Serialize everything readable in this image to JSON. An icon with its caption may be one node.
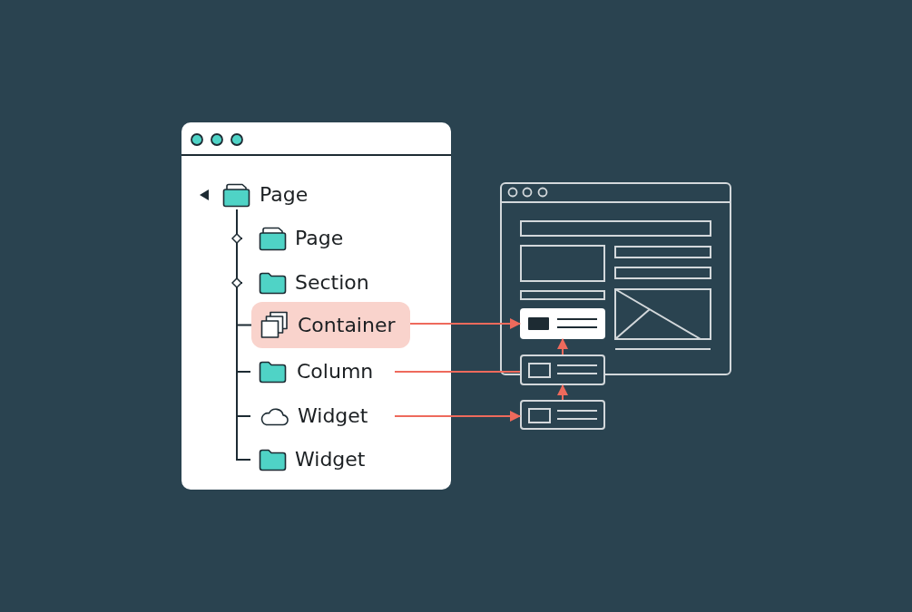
{
  "diagram": {
    "nodes": [
      {
        "text": [],
        "shape": "box"
      },
      {
        "text": [
          "Page"
        ],
        "in": 0
      },
      {
        "text": [
          "Page"
        ],
        "in": 0
      },
      {
        "text": [
          "Section"
        ],
        "in": 0
      },
      {
        "text": [
          "Container"
        ],
        "in": 0
      },
      {
        "text": [
          "Column"
        ],
        "in": 0
      },
      {
        "text": [
          "Widget"
        ],
        "in": 0
      },
      {
        "text": [
          "Widget"
        ],
        "in": 0
      },
      {
        "text": [],
        "shape": "box"
      },
      {
        "text": [],
        "shape": "box",
        "in": 8
      },
      {
        "text": [],
        "shape": "box"
      },
      {
        "text": [],
        "shape": "box"
      }
    ],
    "edges": [
      {
        "from": 1,
        "to": 2,
        "arrow": "other"
      },
      {
        "from": 1,
        "to": 3,
        "arrow": "other"
      },
      {
        "from": 1,
        "to": 4,
        "arrow": "none"
      },
      {
        "from": 1,
        "to": 5,
        "arrow": "none"
      },
      {
        "from": 1,
        "to": 6,
        "arrow": "none"
      },
      {
        "from": 1,
        "to": 7,
        "arrow": "none"
      },
      {
        "from": 4,
        "to": 9,
        "arrow": "to",
        "color": "#ee6a5c"
      },
      {
        "from": 5,
        "to": 10,
        "arrow": "none",
        "color": "#ee6a5c"
      },
      {
        "from": 6,
        "to": 11,
        "arrow": "to",
        "color": "#ee6a5c"
      },
      {
        "from": 10,
        "to": 9,
        "arrow": "to",
        "color": "#ee6a5c"
      },
      {
        "from": 11,
        "to": 10,
        "arrow": "to",
        "color": "#ee6a5c"
      }
    ]
  }
}
